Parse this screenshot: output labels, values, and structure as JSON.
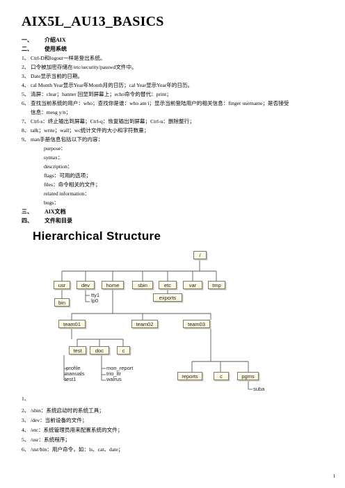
{
  "title": "AIX5L_AU13_BASICS",
  "sections": [
    {
      "num": "一、",
      "label": "介绍AIX"
    },
    {
      "num": "二、",
      "label": "使用系统"
    },
    {
      "num": "三、",
      "label": "AIX文档"
    },
    {
      "num": "四、",
      "label": "文件和目录"
    }
  ],
  "usage_items": [
    {
      "n": "1、",
      "text": "Ctrl-D和logout一样是登出系统。"
    },
    {
      "n": "2、",
      "text": "口令被加密存储在/etc/security/passwd文件中。"
    },
    {
      "n": "3、",
      "text": "Date显示当前的日期。"
    },
    {
      "n": "4、",
      "text": "cal    Month    Year显示Year年Month月的日历；cal    Year显示Year年的日历。"
    },
    {
      "n": "5、",
      "text": "清屏：clear；banner  回显到屏幕上；echo命令的替代：print；"
    },
    {
      "n": "6、",
      "text": "查找当前系统的用户：who；查找你是谁：who am i；显示当前登陆用户的相关信息：finger username；是否接受",
      "cont": "信息：mesg y/n；"
    },
    {
      "n": "7、",
      "text": "Ctrl-s：终止输出到屏幕；Ctrl-q：恢复输出到屏幕；Ctrl-u：删除整行；"
    },
    {
      "n": "8、",
      "text": "talk；write；wall；wc统计文件的大小和字符数量；"
    },
    {
      "n": "9、",
      "text": "man手册信息包括以下的内容："
    }
  ],
  "man_sections": [
    "purpose：",
    "syntax：",
    "description：",
    "flags：可用的选项；",
    "files：命令相关的文件；",
    "related information：",
    "bugs："
  ],
  "diagram": {
    "title": "Hierarchical Structure",
    "root": "/",
    "top_dirs": [
      "usr",
      "dev",
      "home",
      "sbin",
      "etc",
      "var",
      "tmp"
    ],
    "bin": "bin",
    "dev_items": "tty1\nlp0",
    "exports": "exports",
    "teams": [
      "team01",
      "team02",
      "team03"
    ],
    "team01_dirs": [
      "test",
      "doc",
      "c"
    ],
    "test_files": ".profile\nmanuals\ntest1",
    "doc_files": "mon_report\ntrio_ltr\nwalrus",
    "team03_dirs": [
      "reports",
      "c",
      "pgms"
    ],
    "suba": "suba"
  },
  "dir_items": [
    {
      "n": "1、",
      "text": ""
    },
    {
      "n": "2、",
      "text": "/sbin：系统启动时的系统工具；"
    },
    {
      "n": "3、",
      "text": "/dev：当前设备的文件；"
    },
    {
      "n": "4、",
      "text": "/etc：系统管理员用来配置系统的文件；"
    },
    {
      "n": "5、",
      "text": "/usr：系统程序；"
    },
    {
      "n": "6、",
      "text": "/usr/bin：用户命令，如：ls、cat、date；"
    }
  ],
  "page_number": "1"
}
